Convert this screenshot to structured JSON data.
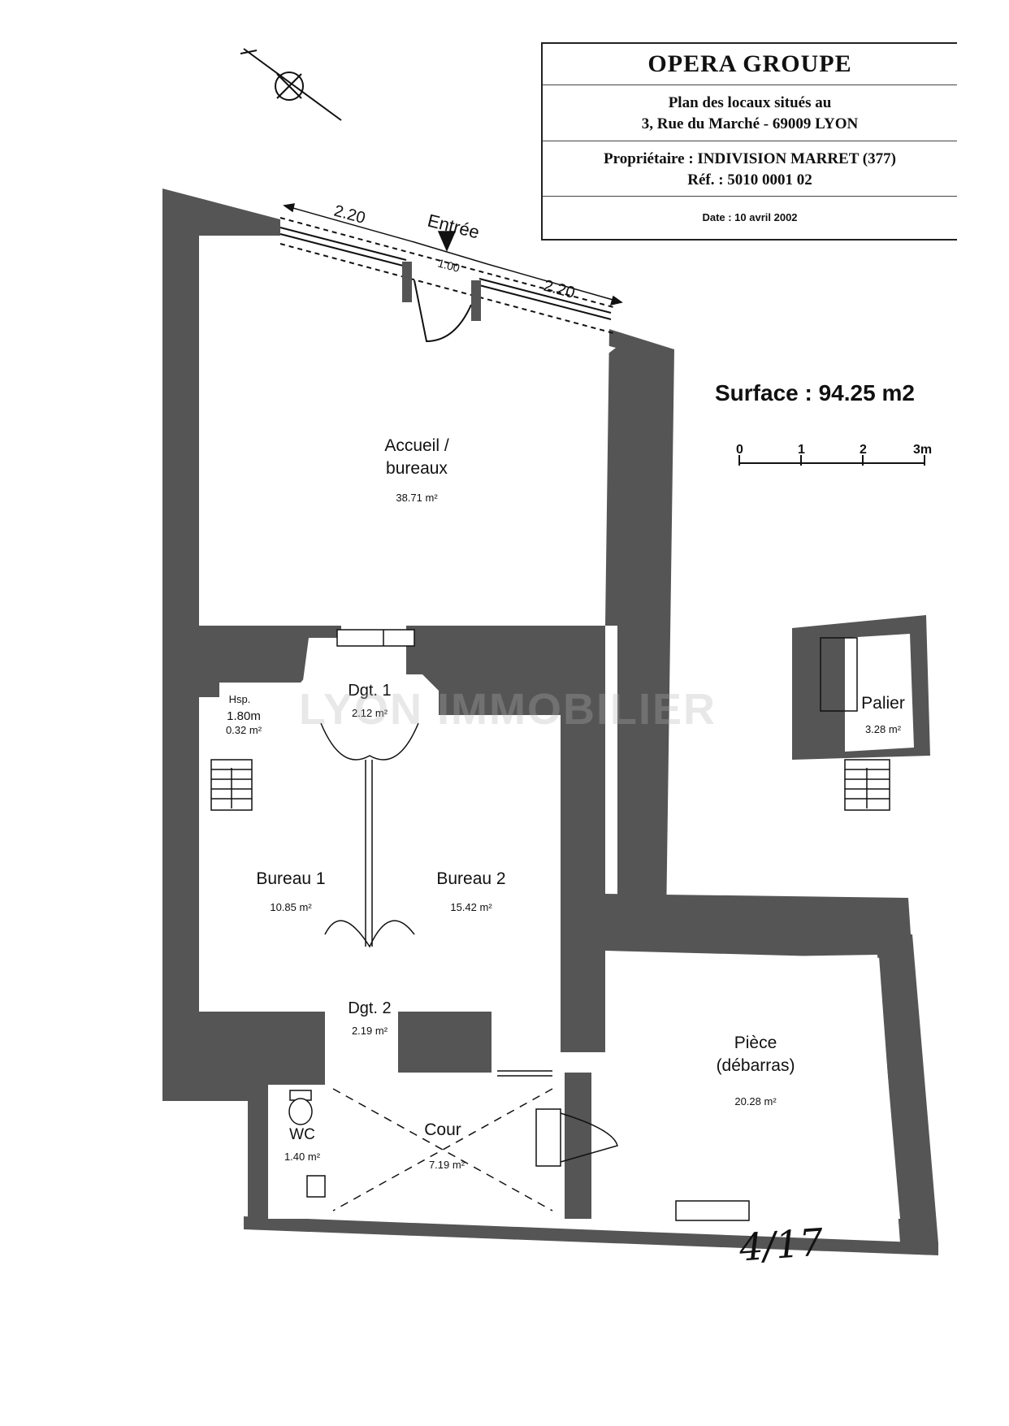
{
  "title_block": {
    "company": "OPERA GROUPE",
    "plan_line1": "Plan des locaux situés au",
    "plan_line2": "3, Rue du Marché - 69009 LYON",
    "owner": "Propriétaire : INDIVISION MARRET (377)",
    "reference": "Réf. : 5010 0001 02",
    "date": "Date : 10 avril 2002"
  },
  "surface": "Surface : 94.25 m2",
  "scale": {
    "ticks": [
      "0",
      "1",
      "2",
      "3m"
    ]
  },
  "entrance": {
    "label": "Entrée",
    "dim_left": "2.20",
    "dim_door": "1.00",
    "dim_right": "2.20"
  },
  "rooms": {
    "accueil": {
      "name_line1": "Accueil /",
      "name_line2": "bureaux",
      "area": "38.71 m²"
    },
    "dgt1": {
      "name": "Dgt. 1",
      "area": "2.12 m²"
    },
    "hsp": {
      "line1": "Hsp.",
      "line2": "1.80m",
      "line3": "0.32 m²"
    },
    "bureau1": {
      "name": "Bureau 1",
      "area": "10.85 m²"
    },
    "bureau2": {
      "name": "Bureau 2",
      "area": "15.42 m²"
    },
    "dgt2": {
      "name": "Dgt. 2",
      "area": "2.19 m²"
    },
    "wc": {
      "name": "WC",
      "area": "1.40 m²"
    },
    "cour": {
      "name": "Cour",
      "area": "7.19 m²"
    },
    "piece": {
      "name_line1": "Pièce",
      "name_line2": "(débarras)",
      "area": "20.28 m²"
    },
    "palier": {
      "name": "Palier",
      "area": "3.28 m²"
    }
  },
  "watermark": "LYON IMMOBILIER",
  "signature": "4/17",
  "colors": {
    "wall": "#555555",
    "ink": "#111111",
    "paper": "#ffffff"
  }
}
